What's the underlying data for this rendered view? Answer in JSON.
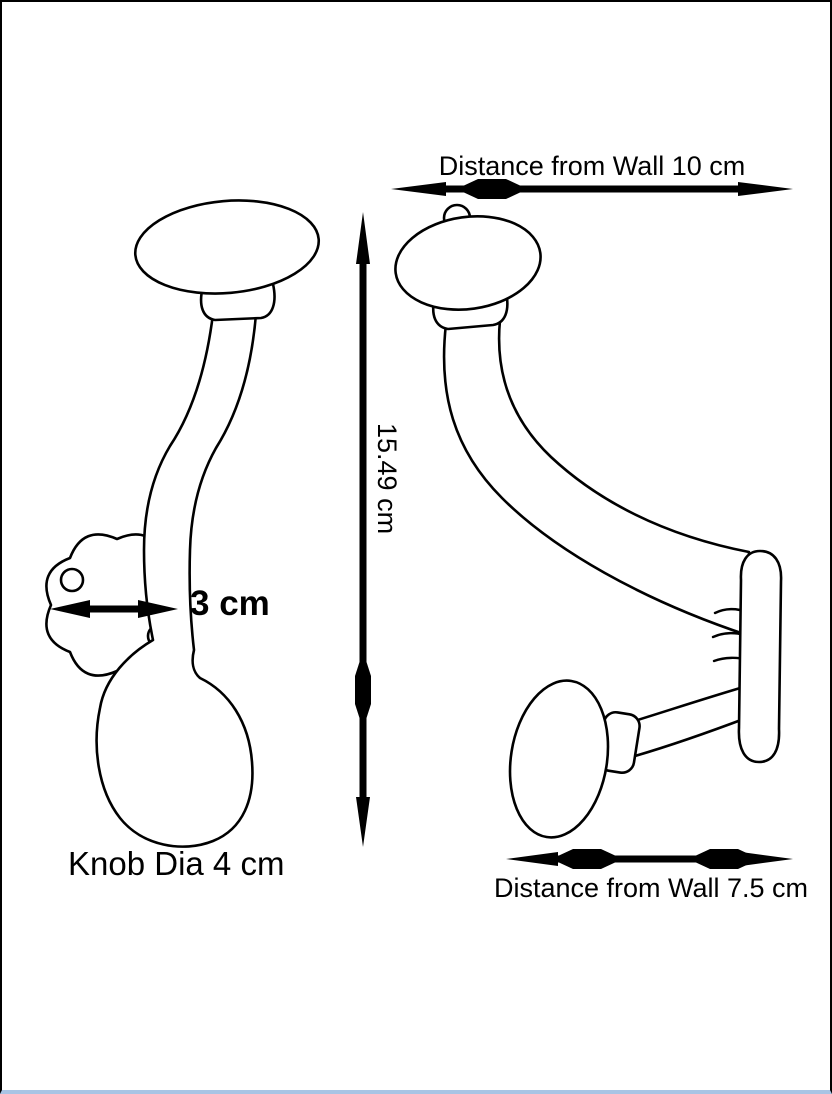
{
  "colors": {
    "line": "#000000",
    "background": "#ffffff",
    "frame": "#000000",
    "frame_bottom": "#a9c4e4"
  },
  "labels": {
    "distance_wall_top": "Distance from Wall 10 cm",
    "height": "15.49 cm",
    "plate_width": "3 cm",
    "knob_diameter": "Knob Dia 4 cm",
    "distance_wall_bottom": "Distance from Wall 7.5 cm"
  }
}
